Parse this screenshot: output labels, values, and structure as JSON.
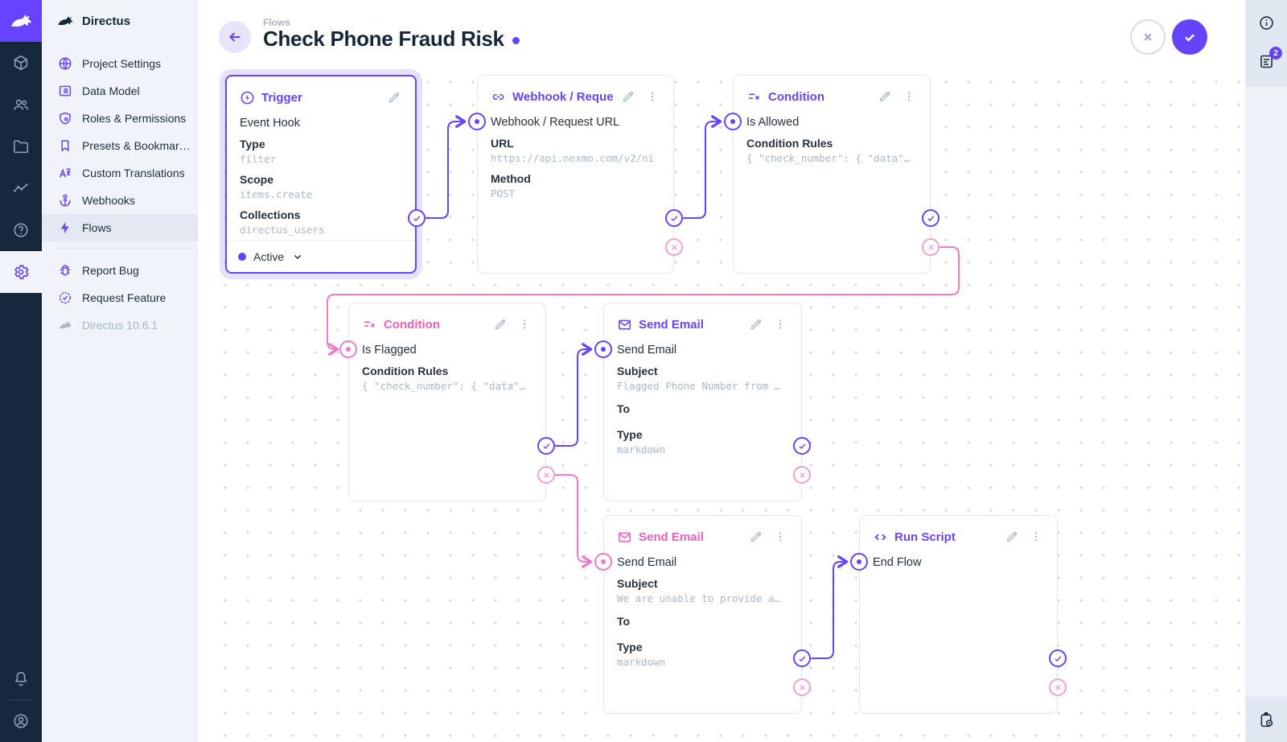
{
  "colors": {
    "primary": "#6644ff",
    "reject_pink": "#f07cc9",
    "navy": "#16283c",
    "muted_mono": "#a9bacd"
  },
  "nav": {
    "app_title": "Directus",
    "items": [
      {
        "label": "Project Settings",
        "icon": "globe-icon"
      },
      {
        "label": "Data Model",
        "icon": "data-model-icon"
      },
      {
        "label": "Roles & Permissions",
        "icon": "shield-icon"
      },
      {
        "label": "Presets & Bookmar…",
        "icon": "bookmark-icon"
      },
      {
        "label": "Custom Translations",
        "icon": "translate-icon"
      },
      {
        "label": "Webhooks",
        "icon": "anchor-icon"
      },
      {
        "label": "Flows",
        "icon": "bolt-icon",
        "active": true
      }
    ],
    "secondary_items": [
      {
        "label": "Report Bug",
        "icon": "bug-icon"
      },
      {
        "label": "Request Feature",
        "icon": "feature-icon"
      }
    ],
    "version": "Directus 10.6.1"
  },
  "header": {
    "breadcrumb": "Flows",
    "title": "Check Phone Fraud Risk",
    "unsaved_indicator": true
  },
  "sidebar_right": {
    "notification_count": "2",
    "icons": [
      "info-icon",
      "notes-icon",
      "revisions-clock-icon"
    ]
  },
  "flow": {
    "trigger": {
      "title": "Trigger",
      "name": "Event Hook",
      "fields": [
        {
          "label": "Type",
          "value": "filter"
        },
        {
          "label": "Scope",
          "value": "items.create"
        },
        {
          "label": "Collections",
          "value": "directus_users"
        }
      ],
      "status": "Active"
    },
    "webhook": {
      "title": "Webhook / Request URL",
      "name": "Webhook / Request URL",
      "fields": [
        {
          "label": "URL",
          "value": "https://api.nexmo.com/v2/ni"
        },
        {
          "label": "Method",
          "value": "POST"
        }
      ]
    },
    "condition_allowed": {
      "title": "Condition",
      "name": "Is Allowed",
      "fields": [
        {
          "label": "Condition Rules",
          "value": "{ \"check_number\": { \"data\"…"
        }
      ]
    },
    "condition_flagged": {
      "title": "Condition",
      "name": "Is Flagged",
      "fields": [
        {
          "label": "Condition Rules",
          "value": "{ \"check_number\": { \"data\"…"
        }
      ]
    },
    "email_flagged": {
      "title": "Send Email",
      "name": "Send Email",
      "fields": [
        {
          "label": "Subject",
          "value": "Flagged Phone Number from …"
        },
        {
          "label": "To",
          "value": ""
        },
        {
          "label": "Type",
          "value": "markdown"
        }
      ]
    },
    "email_unable": {
      "title": "Send Email",
      "name": "Send Email",
      "fields": [
        {
          "label": "Subject",
          "value": "We are unable to provide a…"
        },
        {
          "label": "To",
          "value": ""
        },
        {
          "label": "Type",
          "value": "markdown"
        }
      ]
    },
    "run_script": {
      "title": "Run Script",
      "name": "End Flow"
    }
  }
}
